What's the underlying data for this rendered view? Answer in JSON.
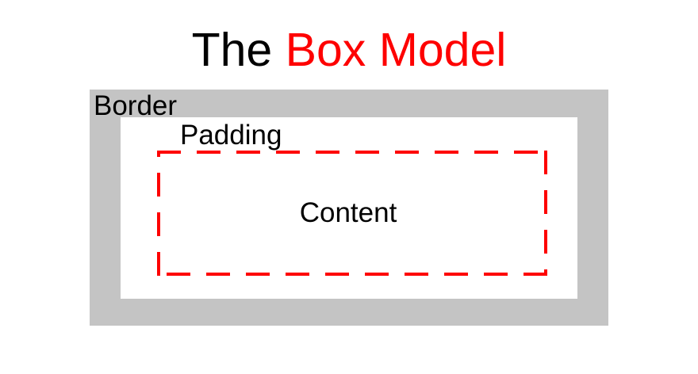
{
  "title": {
    "part_black": "The ",
    "part_red": "Box Model"
  },
  "labels": {
    "border": "Border",
    "padding": "Padding",
    "content": "Content"
  },
  "colors": {
    "title_accent": "#fe0000",
    "dashed_border": "#fe0000",
    "border_region_fill": "#c4c4c4",
    "padding_region_fill": "#ffffff",
    "background": "#ffffff",
    "text": "#000000"
  }
}
